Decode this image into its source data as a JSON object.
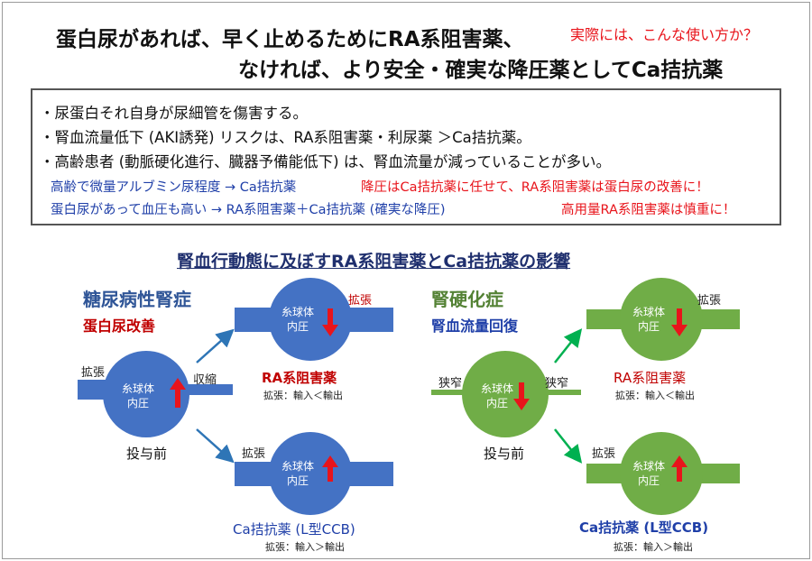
{
  "title": {
    "line1": "蛋白尿があれば、早く止めるためにRA系阻害薬、",
    "line2": "なければ、より安全・確実な降圧薬としてCa拮抗薬",
    "note": "実際には、こんな使い方か？"
  },
  "bullets": [
    "・尿蛋白それ自身が尿細管を傷害する。",
    "・腎血流量低下 (AKI誘発) リスクは、RA系阻害薬・利尿薬 ＞Ca拮抗薬。",
    "・高齢患者 (動脈硬化進行、臓器予備能低下) は、腎血流量が減っていることが多い。"
  ],
  "rules": [
    {
      "condition": "高齢で微量アルブミン尿程度 → Ca拮抗薬",
      "advice": "降圧はCa拮抗薬に任せて、RA系阻害薬は蛋白尿の改善に！"
    },
    {
      "condition": "蛋白尿があって血圧も高い → RA系阻害薬＋Ca拮抗薬 (確実な降圧)",
      "advice": "高用量RA系阻害薬は慎重に！"
    }
  ],
  "section_title": "腎血行動態に及ぼすRA系阻害薬とCa拮抗薬の影響",
  "left_panel": {
    "title": "糖尿病性腎症",
    "subtitle": "蛋白尿改善",
    "before_afferent": "拡張",
    "before_efferent": "収縮",
    "before_label": "投与前",
    "glomerulus_line1": "糸球体",
    "glomerulus_line2": "内圧",
    "ra_top": "拡張",
    "ra_name": "RA系阻害薬",
    "ra_note": "拡張：輸入＜輸出",
    "ca_top": "拡張",
    "ca_name": "Ca拮抗薬 (L型CCB)",
    "ca_note": "拡張：輸入＞輸出"
  },
  "right_panel": {
    "title": "腎硬化症",
    "subtitle": "腎血流量回復",
    "before_afferent": "狭窄",
    "before_efferent": "狭窄",
    "before_label": "投与前",
    "glomerulus_line1": "糸球体",
    "glomerulus_line2": "内圧",
    "ra_top": "拡張",
    "ra_name": "RA系阻害薬",
    "ra_note": "拡張：輸入＜輸出",
    "ca_top": "拡張",
    "ca_name": "Ca拮抗薬 (L型CCB)",
    "ca_note": "拡張：輸入＞輸出"
  },
  "colors": {
    "blue_glomerulus": "#4472c4",
    "green_glomerulus": "#70ad47",
    "arrow_red": "#e8141b",
    "accent_red": "#e8141b",
    "navy": "#1f3fa8"
  },
  "icons": [
    "pressure-up-arrow-icon",
    "pressure-down-arrow-icon",
    "flow-arrow-icon"
  ]
}
